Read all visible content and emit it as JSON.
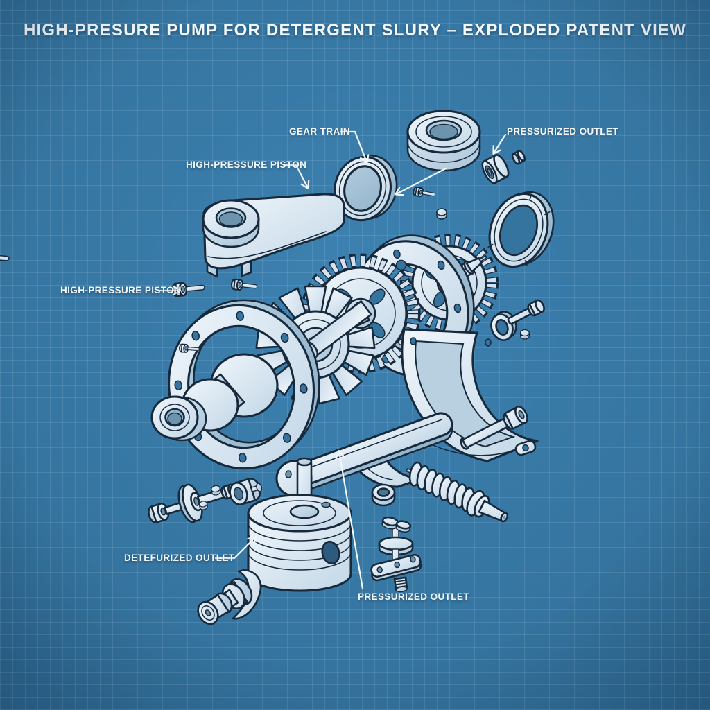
{
  "title": "HIGH-PRESURE PUMP FOR DETERGENT SLURY – EXPLODED PATENT VIEW",
  "labels": {
    "gear_train": "GEAR TRAIN",
    "pressurized_outlet_top": "PRESSURIZED OUTLET",
    "high_pressure_piston_top": "HIGH-PRESSURE PISTON",
    "high_pressure_piston_left": "HIGH-PRESSURE PISTON",
    "detefurized_outlet": "DETEFURIZED OUTLET",
    "pressurized_outlet_bottom": "PRESSURIZED OUTLET"
  },
  "theme": {
    "background_center": "#3d82b2",
    "background_edge": "#1c4568",
    "grid_line": "rgba(205,230,248,0.13)",
    "part_fill_light": "#f0f6fb",
    "part_fill_shade": "#8cafc7",
    "outline": "#17293b",
    "leader_line": "#f2f8fc",
    "label_text": "#f2f8fc"
  },
  "parts": [
    "seal-ring",
    "torus-bearing",
    "outlet-bearing",
    "gear-train-ring-bearing",
    "motor-housing-cover",
    "spur-gear-small",
    "mounting-flange-disc",
    "spur-gear-large",
    "crown-gear",
    "crankshaft",
    "front-flange-ring",
    "hub-pulley-stack",
    "half-shell-housing",
    "small-shell-segment",
    "hex-bolt-long",
    "shaft-bearing-bolt",
    "connecting-rod-arm",
    "idler-shaft-wheel",
    "roller-bearing",
    "ring-nut",
    "piston-cylinder",
    "valve-spring-plunger",
    "poppet-valve-assembly",
    "outlet-fitting",
    "assorted-screws-nuts"
  ]
}
